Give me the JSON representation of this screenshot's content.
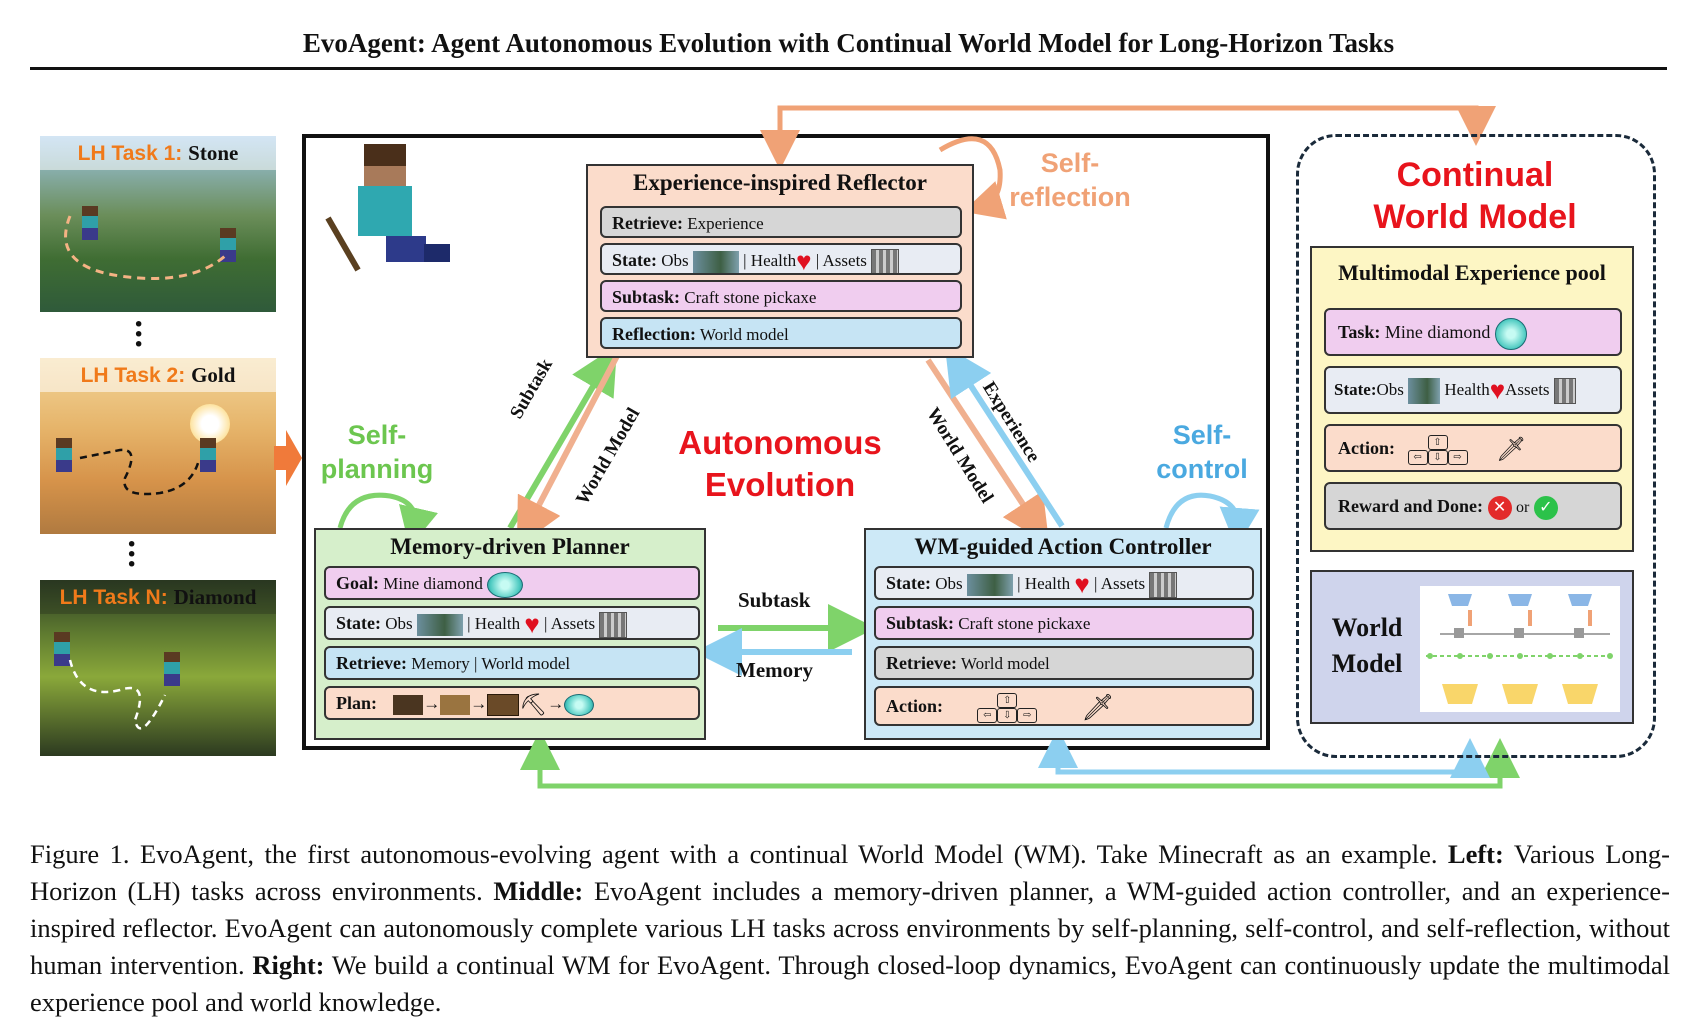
{
  "title": "EvoAgent: Agent Autonomous Evolution with Continual World Model for Long-Horizon Tasks",
  "tasks": [
    {
      "prefix": "LH Task 1:",
      "name": "Stone"
    },
    {
      "prefix": "LH Task 2:",
      "name": "Gold"
    },
    {
      "prefix": "LH Task N:",
      "name": "Diamond"
    }
  ],
  "reflector": {
    "title": "Experience-inspired Reflector",
    "retrieve_label": "Retrieve:",
    "retrieve_value": "Experience",
    "state_label": "State:",
    "state_obs": "Obs",
    "state_health": "| Health",
    "state_assets": "| Assets",
    "subtask_label": "Subtask:",
    "subtask_value": "Craft stone pickaxe",
    "reflection_label": "Reflection:",
    "reflection_value": "World model"
  },
  "planner": {
    "title": "Memory-driven Planner",
    "goal_label": "Goal:",
    "goal_value": "Mine diamond",
    "state_label": "State:",
    "state_obs": "Obs",
    "state_health": "| Health",
    "state_assets": "| Assets",
    "retrieve_label": "Retrieve:",
    "retrieve_value": "Memory | World model",
    "plan_label": "Plan:"
  },
  "controller": {
    "title": "WM-guided Action Controller",
    "state_label": "State:",
    "state_obs": "Obs",
    "state_health": "| Health",
    "state_assets": "| Assets",
    "subtask_label": "Subtask:",
    "subtask_value": "Craft stone pickaxe",
    "retrieve_label": "Retrieve:",
    "retrieve_value": "World model",
    "action_label": "Action:"
  },
  "center": {
    "autonomous_line1": "Autonomous",
    "autonomous_line2": "Evolution",
    "self_planning_1": "Self-",
    "self_planning_2": "planning",
    "self_control_1": "Self-",
    "self_control_2": "control",
    "self_reflection_1": "Self-",
    "self_reflection_2": "reflection",
    "subtask_arrow": "Subtask",
    "memory_arrow": "Memory",
    "diag_subtask": "Subtask",
    "diag_world_model_left": "World Model",
    "diag_world_model_right": "World Model",
    "diag_experience": "Experience"
  },
  "cwm": {
    "title_line1": "Continual",
    "title_line2": "World Model",
    "pool_title": "Multimodal Experience pool",
    "task_label": "Task:",
    "task_value": "Mine diamond",
    "state_label": "State:",
    "state_obs": "Obs",
    "state_health": "Health",
    "state_assets": "Assets",
    "action_label": "Action:",
    "reward_label": "Reward and Done:",
    "reward_or": "or",
    "wm_line1": "World",
    "wm_line2": "Model"
  },
  "caption": {
    "lead": "Figure 1. EvoAgent, the first autonomous-evolving agent with a continual World Model (WM). Take Minecraft as an example.",
    "left_label": "Left:",
    "left_text": "Various Long-Horizon (LH) tasks across environments.",
    "middle_label": "Middle:",
    "middle_text": "EvoAgent includes a memory-driven planner, a WM-guided action controller, and an experience-inspired reflector. EvoAgent can autonomously complete various LH tasks across environments by self-planning, self-control, and self-reflection, without human intervention.",
    "right_label": "Right:",
    "right_text": "We build a continual WM for EvoAgent. Through closed-loop dynamics, EvoAgent can continuously update the multimodal experience pool and world knowledge."
  },
  "colors": {
    "orange": "#f0a276",
    "green": "#7fd36a",
    "blue": "#8ccff0",
    "red": "#e8141c",
    "teal": "#4aa9e0"
  }
}
